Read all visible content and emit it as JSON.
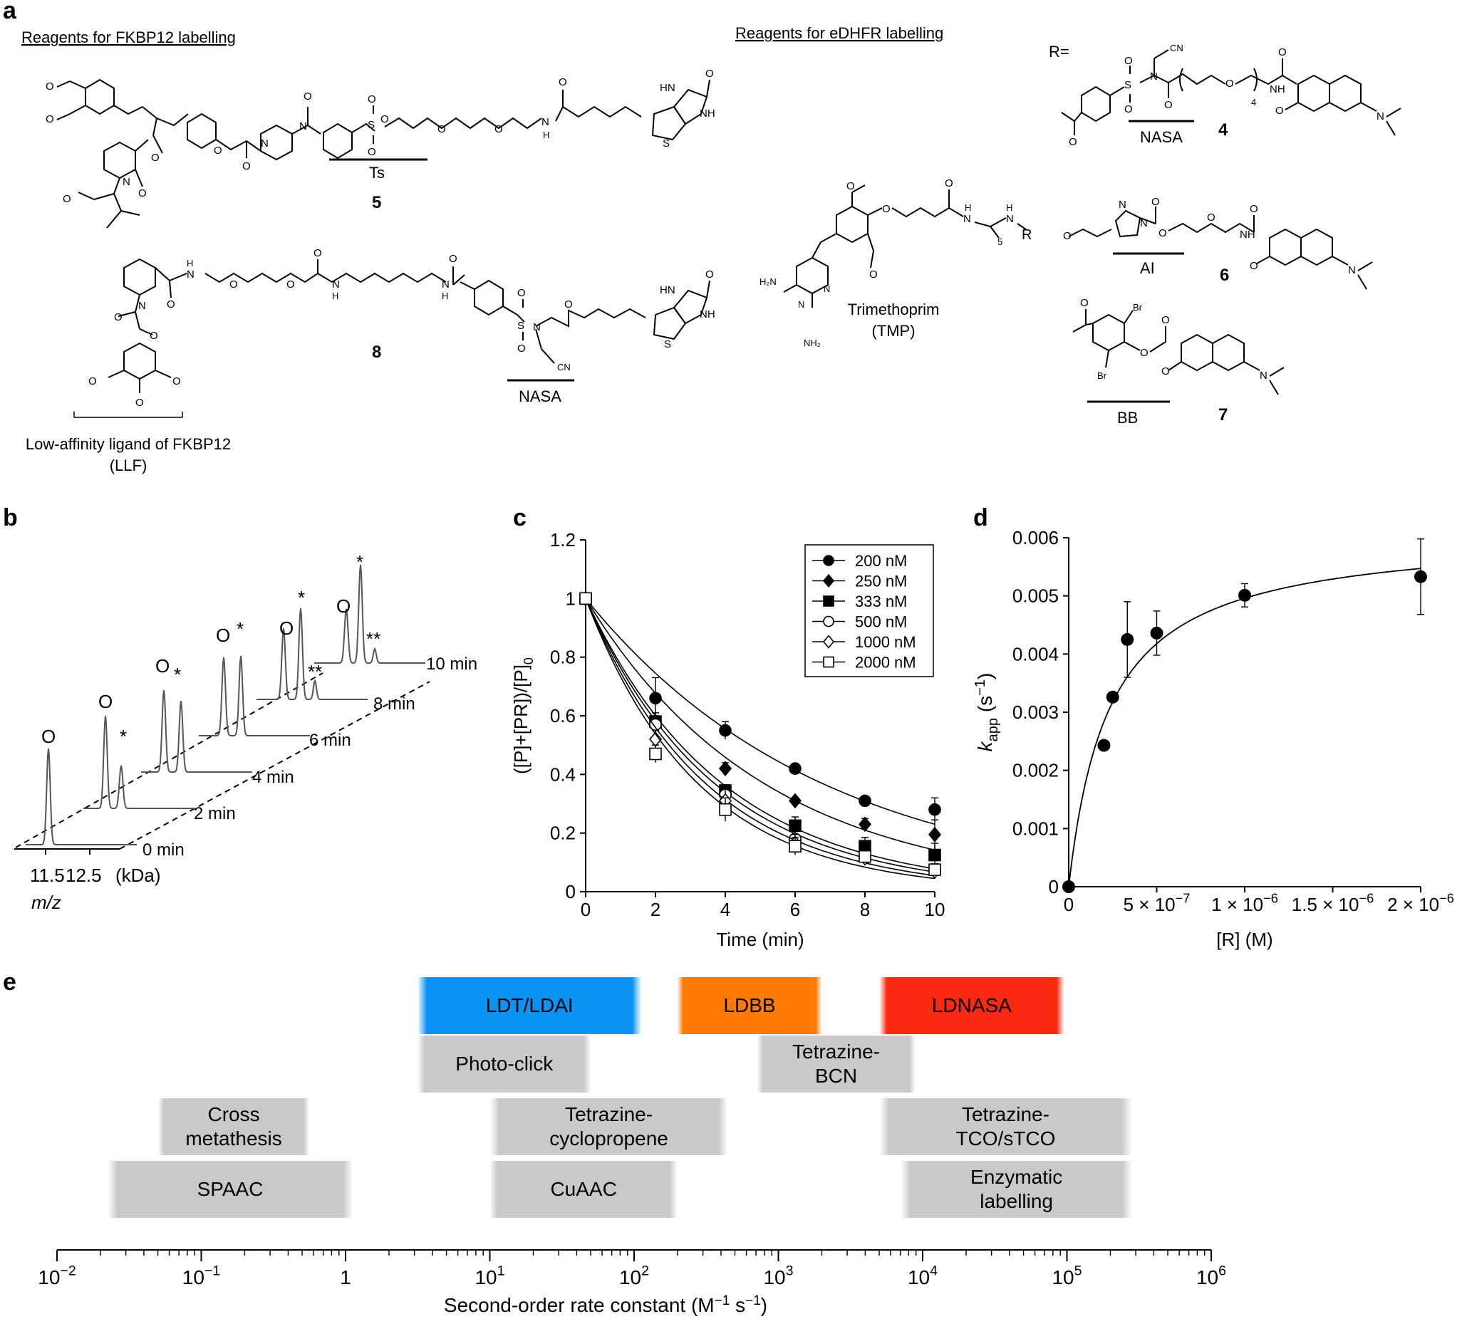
{
  "panel_labels": {
    "a": "a",
    "b": "b",
    "c": "c",
    "d": "d",
    "e": "e"
  },
  "panel_a": {
    "heading_fkbp": "Reagents for FKBP12 labelling",
    "heading_edhfr": "Reagents for eDHFR labelling",
    "r_equals": "R=",
    "tag_ts": "Ts",
    "tag_nasa": "NASA",
    "tag_ai": "AI",
    "tag_bb": "BB",
    "compound_5": "5",
    "compound_8": "8",
    "compound_4": "4",
    "compound_6": "6",
    "compound_7": "7",
    "llf_line1": "Low-affinity ligand of FKBP12",
    "llf_line2": "(LLF)",
    "tmp_line1": "Trimethoprim",
    "tmp_line2": "(TMP)",
    "atoms": {
      "o": "O",
      "s": "S",
      "n": "N",
      "hn": "HN",
      "nh": "NH",
      "h": "H",
      "cn": "CN",
      "br": "Br",
      "h2n": "H₂N",
      "nh2": "NH₂",
      "sub4": "4",
      "sub5": "5",
      "r": "R"
    }
  },
  "panel_b": {
    "time_labels": [
      "0 min",
      "2 min",
      "4 min",
      "6 min",
      "8 min",
      "10 min"
    ],
    "peak_markers": {
      "o": "O",
      "star": "*",
      "double_star": "**"
    },
    "axis_ticks": [
      "11.5",
      "12.5"
    ],
    "axis_unit": "(kDa)",
    "axis_label": "m/z"
  },
  "chart_data": [
    {
      "id": "c",
      "type": "scatter",
      "xlabel": "Time (min)",
      "ylabel": "([P]+[PR])/[P]0",
      "xlim": [
        0,
        10
      ],
      "ylim": [
        0,
        1.2
      ],
      "xticks": [
        "0",
        "2",
        "4",
        "6",
        "8",
        "10"
      ],
      "yticks": [
        "0",
        "0.2",
        "0.4",
        "0.6",
        "0.8",
        "1",
        "1.2"
      ],
      "legend_position": "top-right",
      "x": [
        0,
        2,
        4,
        6,
        8,
        10
      ],
      "series": [
        {
          "name": "200 nM",
          "marker": "filled-circle",
          "k": 0.147,
          "values": [
            1,
            0.66,
            0.55,
            0.42,
            0.31,
            0.28
          ],
          "err": [
            0,
            0.07,
            0.03,
            0.01,
            0.01,
            0.04
          ]
        },
        {
          "name": "250 nM",
          "marker": "filled-diamond",
          "k": 0.195,
          "values": [
            1,
            0.58,
            0.42,
            0.31,
            0.23,
            0.195
          ],
          "err": [
            0,
            0.03,
            0.02,
            0.01,
            0.02,
            0.05
          ]
        },
        {
          "name": "333 nM",
          "marker": "filled-square",
          "k": 0.255,
          "values": [
            1,
            0.58,
            0.345,
            0.225,
            0.155,
            0.125
          ],
          "err": [
            0,
            0.02,
            0.02,
            0.03,
            0.03,
            0.04
          ]
        },
        {
          "name": "500 nM",
          "marker": "open-circle",
          "k": 0.27,
          "values": [
            1,
            0.57,
            0.33,
            0.18,
            0.12,
            0.075
          ],
          "err": [
            0,
            0.03,
            0.03,
            0.04,
            0.03,
            0.02
          ]
        },
        {
          "name": "1000 nM",
          "marker": "open-diamond",
          "k": 0.29,
          "values": [
            1,
            0.52,
            0.31,
            0.165,
            0.115,
            0.07
          ],
          "err": [
            0,
            0.03,
            0.04,
            0.03,
            0.02,
            0.02
          ]
        },
        {
          "name": "2000 nM",
          "marker": "open-square",
          "k": 0.31,
          "values": [
            1,
            0.47,
            0.28,
            0.155,
            0.12,
            0.075
          ],
          "err": [
            0,
            0.03,
            0.04,
            0.03,
            0.02,
            0.02
          ]
        }
      ]
    },
    {
      "id": "d",
      "type": "scatter",
      "xlabel": "[R] (M)",
      "ylabel_main": "k",
      "ylabel_sub": "app",
      "ylabel_unit": " (s",
      "ylabel_sup": "−1",
      "ylabel_close": ")",
      "xlim": [
        0,
        2e-06
      ],
      "ylim": [
        0,
        0.006
      ],
      "yticks": [
        "0",
        "0.001",
        "0.002",
        "0.003",
        "0.004",
        "0.005",
        "0.006"
      ],
      "xticks": [
        {
          "v": 0,
          "base": "0",
          "sup": ""
        },
        {
          "v": 5e-07,
          "base": "5 × 10",
          "sup": "−7"
        },
        {
          "v": 1e-06,
          "base": "1 × 10",
          "sup": "−6"
        },
        {
          "v": 1.5e-06,
          "base": "1.5 × 10",
          "sup": "−6"
        },
        {
          "v": 2e-06,
          "base": "2 × 10",
          "sup": "−6"
        }
      ],
      "fit": {
        "kmax": 0.0061,
        "K": 2.3e-07
      },
      "points": [
        {
          "x": 0,
          "y": 0,
          "err": 0
        },
        {
          "x": 2e-07,
          "y": 0.00243,
          "err": 0
        },
        {
          "x": 2.5e-07,
          "y": 0.00326,
          "err": 0
        },
        {
          "x": 3.33e-07,
          "y": 0.00425,
          "err": 0.00065
        },
        {
          "x": 5e-07,
          "y": 0.00436,
          "err": 0.00038
        },
        {
          "x": 1e-06,
          "y": 0.00501,
          "err": 0.0002
        },
        {
          "x": 2e-06,
          "y": 0.00533,
          "err": 0.00065
        }
      ]
    },
    {
      "id": "e",
      "type": "bar",
      "orientation": "horizontal-ranges",
      "xlabel": "Second-order rate constant (M−1 s−1)",
      "xscale": "log",
      "xlim": [
        -2,
        6
      ],
      "xticks": [
        {
          "e": -2,
          "base": "10",
          "sup": "−2"
        },
        {
          "e": -1,
          "base": "10",
          "sup": "−1"
        },
        {
          "e": 0,
          "base": "1",
          "sup": ""
        },
        {
          "e": 1,
          "base": "10",
          "sup": "1"
        },
        {
          "e": 2,
          "base": "10",
          "sup": "2"
        },
        {
          "e": 3,
          "base": "10",
          "sup": "3"
        },
        {
          "e": 4,
          "base": "10",
          "sup": "4"
        },
        {
          "e": 5,
          "base": "10",
          "sup": "5"
        },
        {
          "e": 6,
          "base": "10",
          "sup": "6"
        }
      ],
      "bars": [
        {
          "lines": [
            "LDT/LDAI"
          ],
          "from": 0.5,
          "to": 2.05,
          "row": 0,
          "color": "#0a93f5"
        },
        {
          "lines": [
            "LDBB"
          ],
          "from": 2.3,
          "to": 3.3,
          "row": 0,
          "color": "#ff7a05"
        },
        {
          "lines": [
            "LDNASA"
          ],
          "from": 3.7,
          "to": 4.98,
          "row": 0,
          "color": "#fa2a10"
        },
        {
          "lines": [
            "Photo-click"
          ],
          "from": 0.5,
          "to": 1.7,
          "row": 1,
          "color": "#c9c9c9"
        },
        {
          "lines": [
            "Tetrazine-",
            "BCN"
          ],
          "from": 2.85,
          "to": 3.95,
          "row": 1,
          "color": "#c9c9c9"
        },
        {
          "lines": [
            "Cross",
            "metathesis"
          ],
          "from": -1.3,
          "to": -0.25,
          "row": 2,
          "color": "#c9c9c9"
        },
        {
          "lines": [
            "Tetrazine-",
            "cyclopropene"
          ],
          "from": 1,
          "to": 2.65,
          "row": 2,
          "color": "#c9c9c9"
        },
        {
          "lines": [
            "Tetrazine-",
            "TCO/sTCO"
          ],
          "from": 3.7,
          "to": 5.45,
          "row": 2,
          "color": "#c9c9c9"
        },
        {
          "lines": [
            "SPAAC"
          ],
          "from": -1.65,
          "to": 0.05,
          "row": 3,
          "color": "#c9c9c9"
        },
        {
          "lines": [
            "CuAAC"
          ],
          "from": 1,
          "to": 2.3,
          "row": 3,
          "color": "#c9c9c9"
        },
        {
          "lines": [
            "Enzymatic",
            "labelling"
          ],
          "from": 3.85,
          "to": 5.45,
          "row": 3,
          "color": "#c9c9c9"
        }
      ]
    }
  ]
}
